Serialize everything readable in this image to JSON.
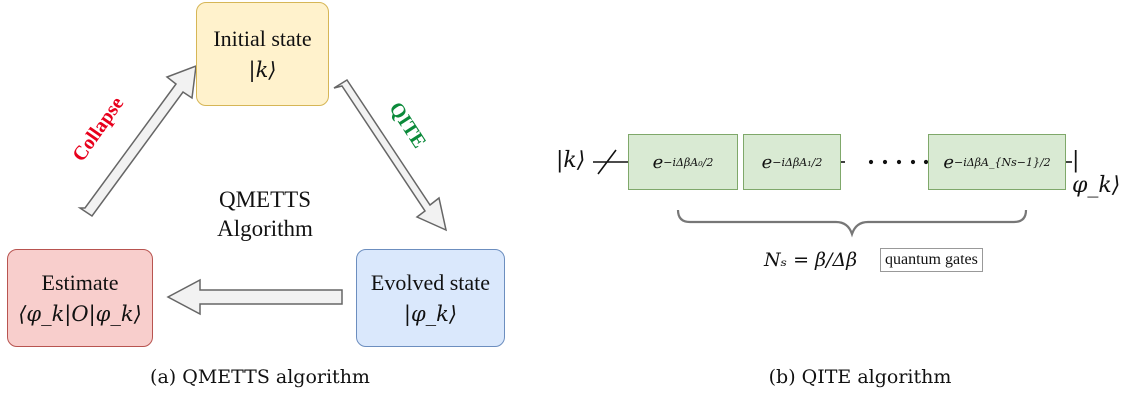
{
  "panel_a": {
    "initial": {
      "title": "Initial state",
      "math": "|k⟩"
    },
    "evolved": {
      "title": "Evolved state",
      "math": "|φ_k⟩"
    },
    "estimate": {
      "title": "Estimate",
      "math": "⟨φ_k|O|φ_k⟩"
    },
    "center_line1": "QMETTS",
    "center_line2": "Algorithm",
    "collapse_label": "Collapse",
    "qite_label": "QITE",
    "caption": "(a) QMETTS algorithm",
    "colors": {
      "initial_fill": "#fff2cc",
      "initial_border": "#d6b656",
      "evolved_fill": "#dae8fc",
      "evolved_border": "#6c8ebf",
      "estimate_fill": "#f8cecc",
      "estimate_border": "#b85450",
      "collapse": "#e8001c",
      "qite": "#0b8a3a"
    }
  },
  "panel_b": {
    "input_state": "|k⟩",
    "output_state": "|φ_k⟩",
    "gates": [
      {
        "base": "e",
        "exp": "−iΔβA₀/2"
      },
      {
        "base": "e",
        "exp": "−iΔβA₁/2"
      },
      {
        "base": "e",
        "exp": "−iΔβA_{Ns−1}/2"
      }
    ],
    "count_formula": "Nₛ = β/Δβ",
    "count_label": "quantum gates",
    "caption": "(b) QITE algorithm"
  }
}
